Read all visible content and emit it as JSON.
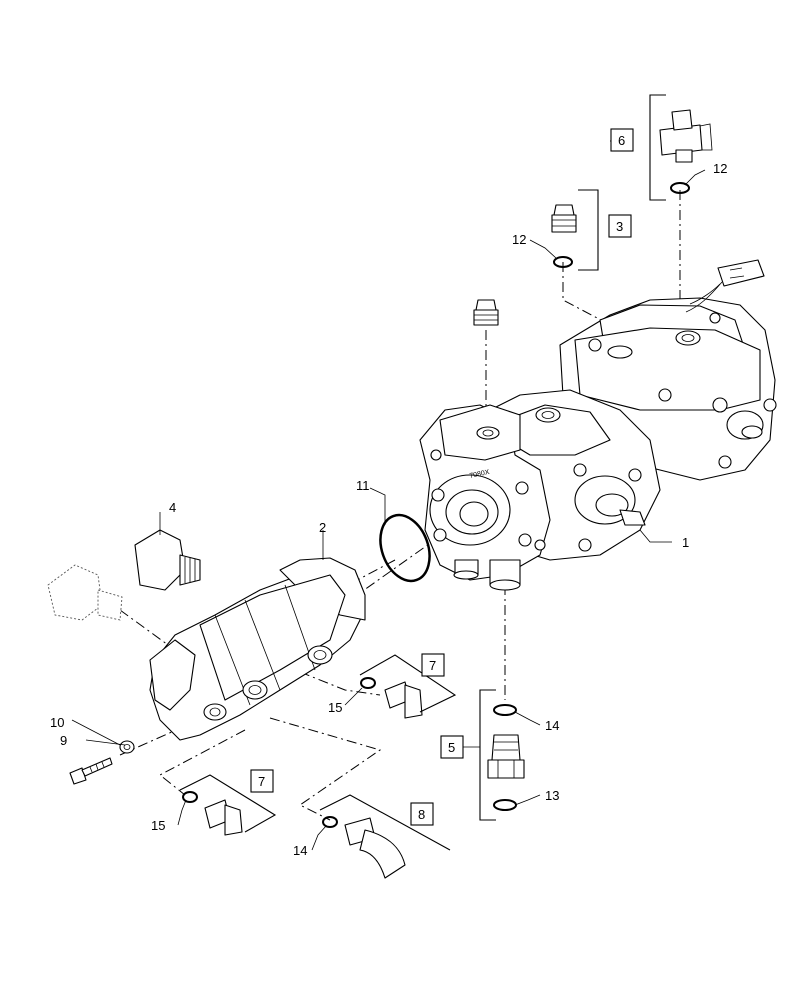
{
  "callouts": {
    "c1": "1",
    "c2": "2",
    "c3": "3",
    "c4": "4",
    "c5": "5",
    "c6": "6",
    "c7a": "7",
    "c7b": "7",
    "c8": "8",
    "c9": "9",
    "c10": "10",
    "c11": "11",
    "c12a": "12",
    "c12b": "12",
    "c13": "13",
    "c14a": "14",
    "c14b": "14",
    "c15a": "15",
    "c15b": "15"
  }
}
